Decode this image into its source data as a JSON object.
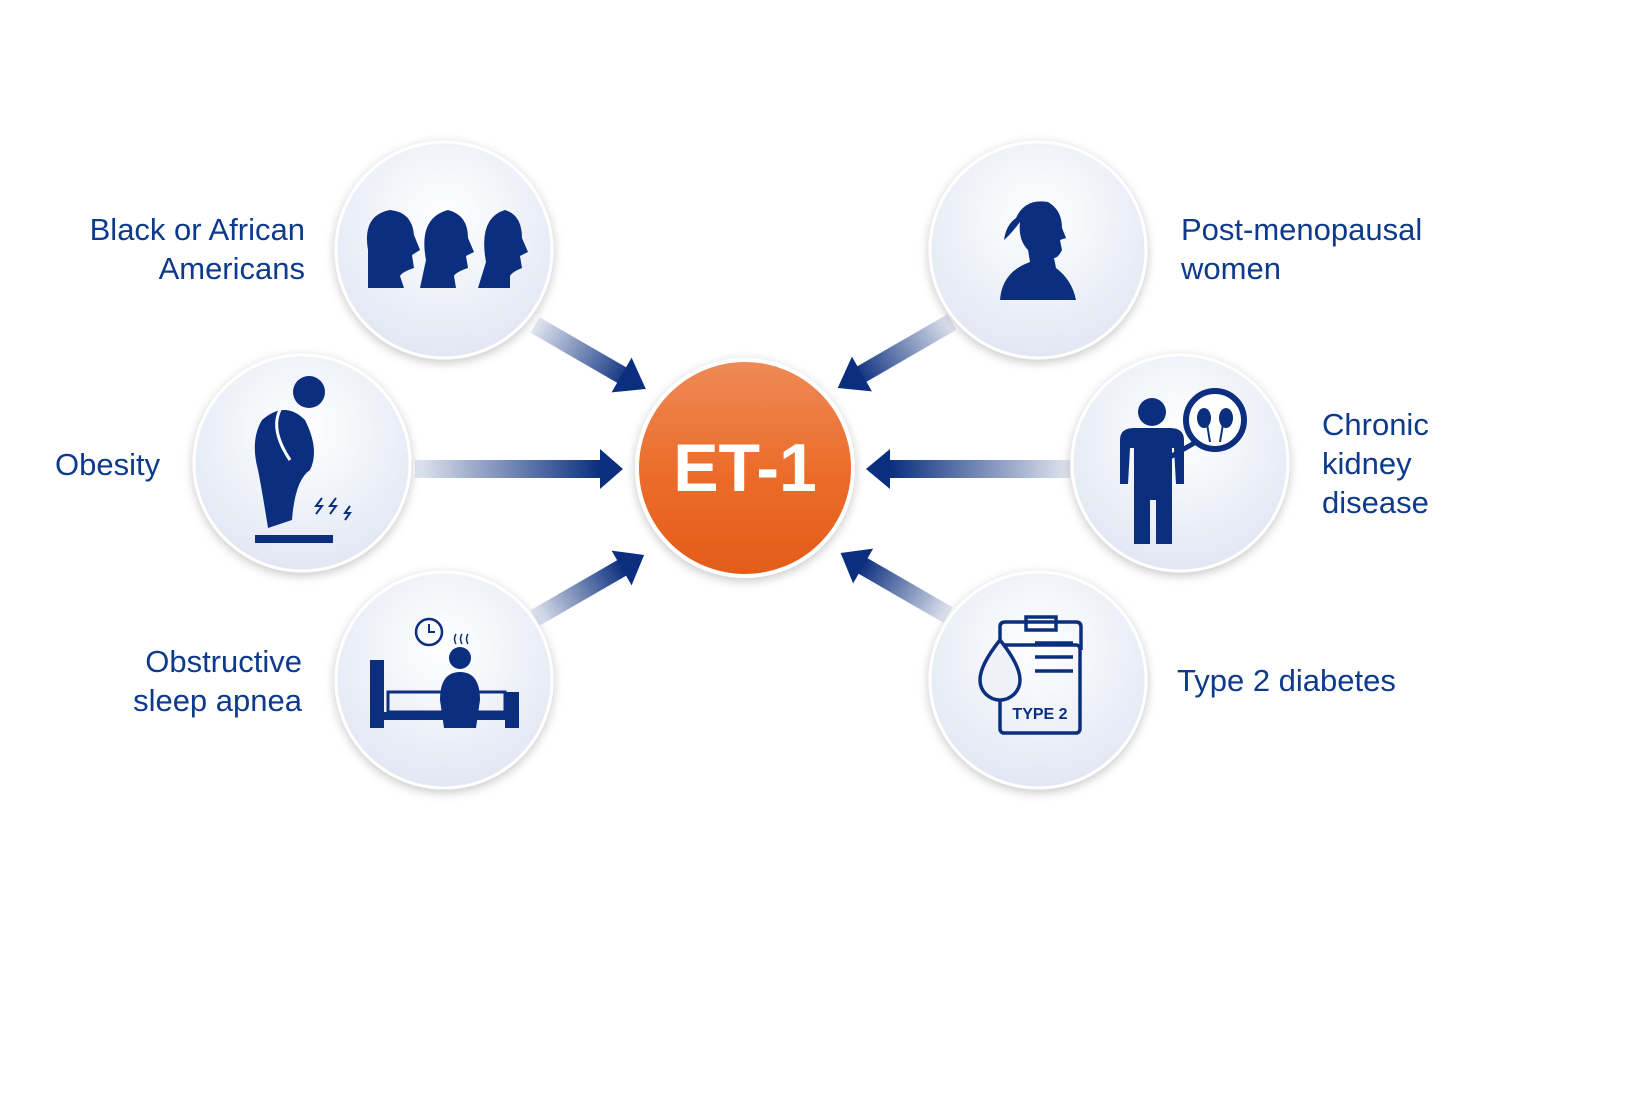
{
  "center": {
    "label": "ET-1",
    "color": "#e8672a"
  },
  "accent_color": "#0b2f7e",
  "factors": [
    {
      "label_line1": "Black or African",
      "label_line2": "Americans",
      "icon": "three-profiles-icon"
    },
    {
      "label_line1": "Obesity",
      "icon": "obese-person-on-scale-icon"
    },
    {
      "label_line1": "Obstructive",
      "label_line2": "sleep apnea",
      "icon": "person-awake-in-bed-icon"
    },
    {
      "label_line1": "Post-menopausal",
      "label_line2": "women",
      "icon": "woman-profile-icon"
    },
    {
      "label_line1": "Chronic",
      "label_line2": "kidney",
      "label_line3": "disease",
      "icon": "person-kidney-magnifier-icon"
    },
    {
      "label_line1": "Type 2 diabetes",
      "icon": "clipboard-blood-drop-icon",
      "icon_text": "TYPE 2"
    }
  ]
}
